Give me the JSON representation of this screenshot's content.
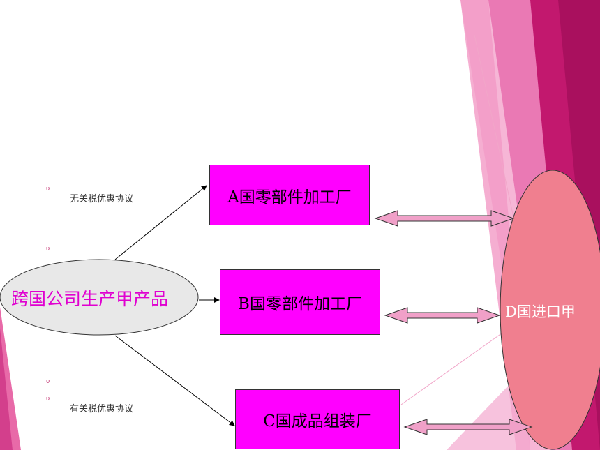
{
  "notes": {
    "no_agreement": "无关税优惠协议",
    "has_agreement": "有关税优惠协议",
    "bullet_symbol": "υ"
  },
  "nodes": {
    "company": "跨国公司生产甲产品",
    "factory_a": "A国零部件加工厂",
    "factory_b": "B国零部件加工厂",
    "factory_c": "C国成品组装厂",
    "importer_d": "D国进口甲"
  },
  "colors": {
    "box_fill": "#ff00ff",
    "ellipse_fill": "#f07f8f",
    "company_fill": "#e8e8e8",
    "company_text": "#e000d0",
    "arrow_fill": "#f0a0c8",
    "accent": "#c8106e"
  }
}
